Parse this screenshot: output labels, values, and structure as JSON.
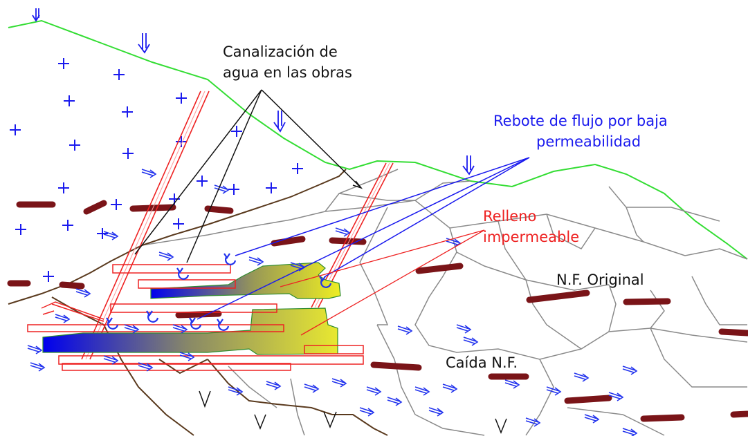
{
  "labels": {
    "water_channeling": {
      "line1": "Canalización de",
      "line2": "agua en las obras"
    },
    "flow_rebound": {
      "line1": "Rebote de flujo por baja",
      "line2": "permeabilidad"
    },
    "impermeable_fill": {
      "line1": "Relleno",
      "line2": "impermeable"
    },
    "original_water_table": "N.F. Original",
    "water_table_drop": "Caída N.F."
  },
  "colors": {
    "water_table_line": "#33dd33",
    "strata_line": "#5a3a1e",
    "joint_line": "#8a8a8a",
    "cross_symbol": "#1a1aee",
    "vein_segment": "#7a1418",
    "works_outline": "#ee2222",
    "flow_arrow": "#2233ee",
    "fill_gradient_start": "#0000ee",
    "fill_gradient_end": "#eeee22",
    "black_label": "#111111",
    "blue_label": "#1a1aee",
    "red_label": "#ee2222"
  },
  "icons": [
    "down-arrow-icon",
    "cross-symbol-icon",
    "flow-arrow-icon",
    "rebound-arrow-icon",
    "v-symbol-icon"
  ]
}
